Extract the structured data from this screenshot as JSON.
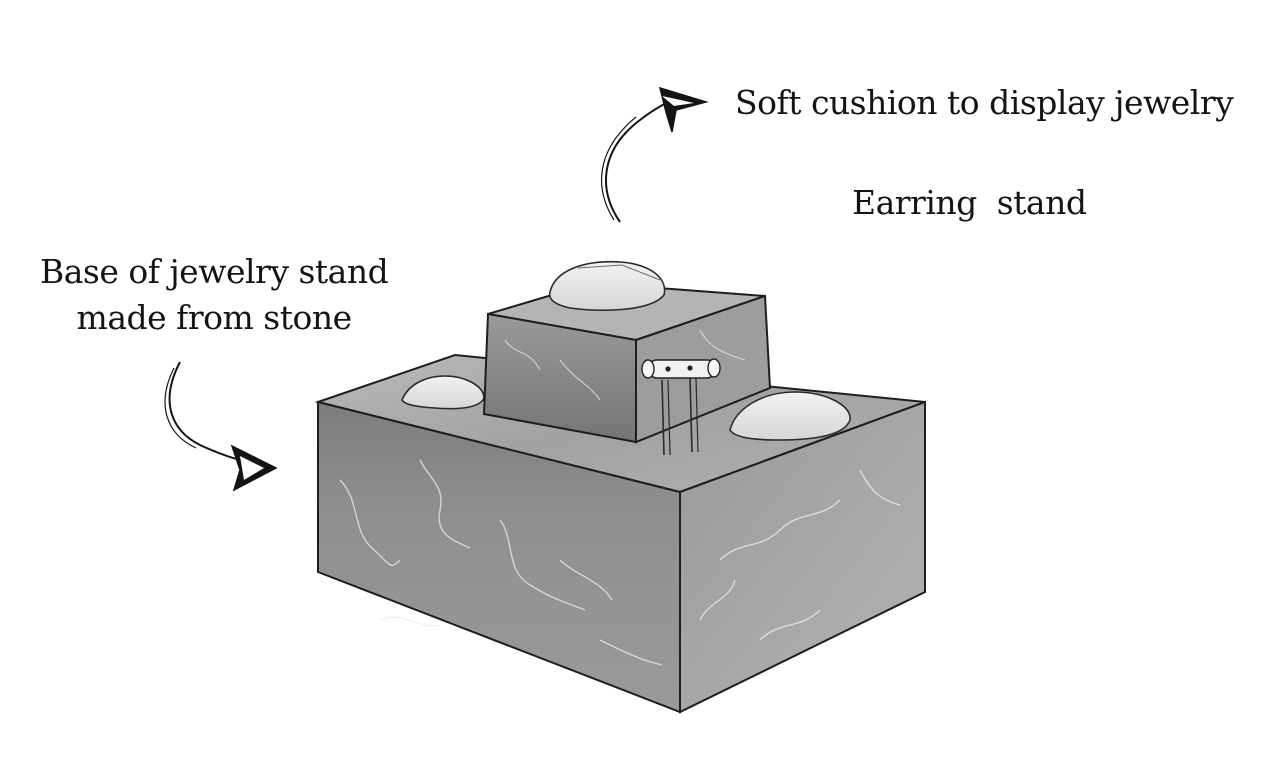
{
  "labels": {
    "cushion": "Soft cushion to display jewelry",
    "earring": "Earring  stand",
    "base_line1": "Base of jewelry stand",
    "base_line2": "made from stone"
  },
  "colors": {
    "ink": "#141414",
    "stone_top": "#a9a9a9",
    "stone_front": "#8a8a8a",
    "stone_side": "#9c9c9c",
    "cushion": "#e9e9e9",
    "background": "#ffffff"
  },
  "icons": [
    "arrow-curved-up-icon",
    "arrow-curved-down-icon"
  ]
}
